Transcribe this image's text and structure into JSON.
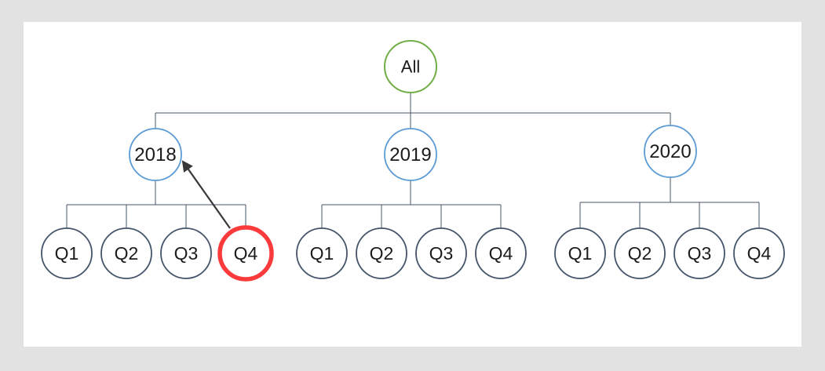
{
  "colors": {
    "canvas_bg": "#e2e2e2",
    "slide_bg": "#ffffff",
    "root_stroke": "#70ad47",
    "year_stroke": "#5b9bd5",
    "quarter_stroke": "#44546a",
    "highlight_stroke": "#fb3b3b",
    "connector": "#44546a",
    "arrow": "#383838",
    "text": "#1b1b1b"
  },
  "diagram": {
    "type": "hierarchy-tree",
    "root": {
      "label": "All"
    },
    "years": [
      {
        "label": "2018",
        "quarters": [
          "Q1",
          "Q2",
          "Q3",
          "Q4"
        ],
        "highlighted_quarter": "Q4"
      },
      {
        "label": "2019",
        "quarters": [
          "Q1",
          "Q2",
          "Q3",
          "Q4"
        ]
      },
      {
        "label": "2020",
        "quarters": [
          "Q1",
          "Q2",
          "Q3",
          "Q4"
        ]
      }
    ],
    "annotation": {
      "arrow_from": "2018 Q4",
      "arrow_to": "2018"
    }
  }
}
